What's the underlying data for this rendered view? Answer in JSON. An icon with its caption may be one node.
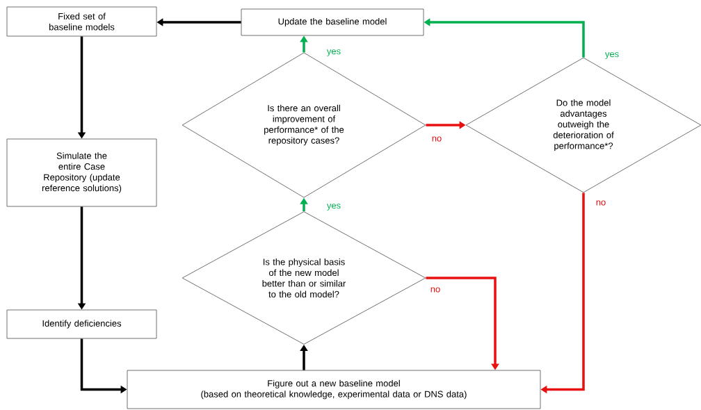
{
  "diagram": {
    "nodes": [
      {
        "text": [
          "Fixed set of baseline models"
        ]
      },
      {
        "text": [
          "Update the baseline model"
        ]
      },
      {
        "text": [
          "Simulate the entire Case Repository (update reference solutions)"
        ]
      },
      {
        "text": [
          "Is there an overall improvement of performance* of the repository cases?"
        ]
      },
      {
        "text": [
          "Do the model advantages outweigh the deterioration of performance*?"
        ]
      },
      {
        "text": [
          "Is the physical basis of the new model better than or similar to the old model?"
        ]
      },
      {
        "text": [
          "Identify deficiencies"
        ]
      },
      {
        "text": [
          "Figure out a new baseline model",
          "(based on theoretical knowledge, experimental data or DNS data)"
        ]
      }
    ],
    "edges": [
      {
        "from": 1,
        "to": 0,
        "arrow": "to"
      },
      {
        "from": 0,
        "to": 2,
        "arrow": "to"
      },
      {
        "from": 2,
        "to": 6,
        "arrow": "to"
      },
      {
        "from": 6,
        "to": 7,
        "arrow": "to"
      },
      {
        "from": 7,
        "to": 5,
        "arrow": "to"
      },
      {
        "from": 5,
        "to": 3,
        "arrow": "to",
        "label": "yes",
        "color": "#00b050"
      },
      {
        "from": 3,
        "to": 1,
        "arrow": "to",
        "label": "yes",
        "color": "#00b050"
      },
      {
        "from": 3,
        "to": 4,
        "arrow": "to",
        "label": "no",
        "color": "#e81010"
      },
      {
        "from": 4,
        "to": 1,
        "arrow": "to",
        "label": "yes",
        "color": "#00b050"
      },
      {
        "from": 4,
        "to": 7,
        "arrow": "to",
        "label": "no",
        "color": "#e81010"
      },
      {
        "from": 5,
        "to": 7,
        "arrow": "to",
        "label": "no",
        "color": "#e81010"
      }
    ]
  }
}
